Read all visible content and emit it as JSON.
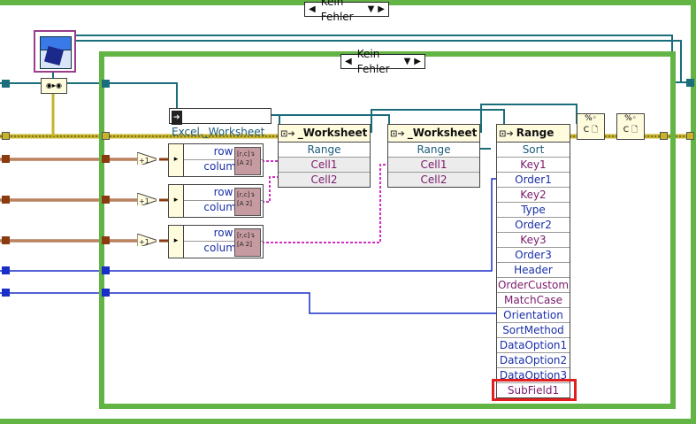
{
  "case_outer": {
    "label": "Kein Fehler"
  },
  "case_inner": {
    "label": "Kein Fehler"
  },
  "excel_ref": {
    "label": "Excel._Worksheet"
  },
  "worksheet1": {
    "title": "_Worksheet",
    "rows": [
      "Range",
      "Cell1",
      "Cell2"
    ]
  },
  "worksheet2": {
    "title": "_Worksheet",
    "rows": [
      "Range",
      "Cell1",
      "Cell2"
    ]
  },
  "range_node": {
    "title": "Range",
    "rows": [
      "Sort",
      "Key1",
      "Order1",
      "Key2",
      "Type",
      "Order2",
      "Key3",
      "Order3",
      "Header",
      "OrderCustom",
      "MatchCase",
      "Orientation",
      "SortMethod",
      "DataOption1",
      "DataOption2",
      "DataOption3",
      "SubField1"
    ]
  },
  "bundles": [
    {
      "row_label": "row",
      "column_label": "column",
      "increment": "+1"
    },
    {
      "row_label": "row",
      "column_label": "column",
      "increment": "+1"
    },
    {
      "row_label": "row",
      "column_label": "column",
      "increment": "+1"
    }
  ],
  "icons": {
    "excel_icon": "excel-vi-icon",
    "close_ref": "close-reference-icon",
    "unbundle": "unbundle-icon"
  },
  "colors": {
    "frame": "#62b544",
    "highlight": "#e21f1f",
    "wire_ref": "#1a6d7a",
    "wire_int": "#8a3c10",
    "wire_bool": "#1a2fc8",
    "wire_pink": "#d22fc0",
    "wire_error": "#c8b428"
  }
}
